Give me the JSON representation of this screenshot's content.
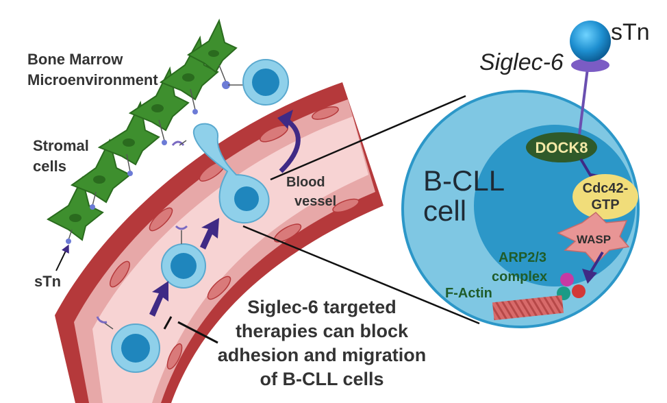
{
  "labels": {
    "bone_marrow_line1": "Bone Marrow",
    "bone_marrow_line2": "Microenvironment",
    "stromal_line1": "Stromal",
    "stromal_line2": "cells",
    "stn_left": "sTn",
    "blood_line1": "Blood",
    "blood_line2": "vessel",
    "therapy_line1": "Siglec-6 targeted",
    "therapy_line2": "therapies can block",
    "therapy_line3": "adhesion and migration",
    "therapy_line4": "of B-CLL cells"
  },
  "inset": {
    "stn": "sTn",
    "siglec6": "Siglec-6",
    "cell_line1": "B-CLL",
    "cell_line2": "cell",
    "dock8": "DOCK8",
    "cdc42_line1": "Cdc42-",
    "cdc42_line2": "GTP",
    "wasp": "WASP",
    "arp_line1": "ARP2/3",
    "arp_line2": "complex",
    "factin": "F-Actin"
  },
  "colors": {
    "stroma": "#3e8f2e",
    "stroma_dark": "#2a6b1e",
    "vessel_wall": "#b5393b",
    "vessel_lumen": "#f7d3d3",
    "cell_outer": "#8fd0ea",
    "cell_inner": "#1f86bd",
    "arrow": "#3f2a85",
    "dock8": "#2f5a2a",
    "dock8_text": "#f3e9a6",
    "cdc42": "#f1dd7a",
    "wasp": "#e89595",
    "arp_text": "#1f5c2a",
    "bcll_outer": "#7fc7e3",
    "bcll_nucleus": "#2c97c8"
  }
}
